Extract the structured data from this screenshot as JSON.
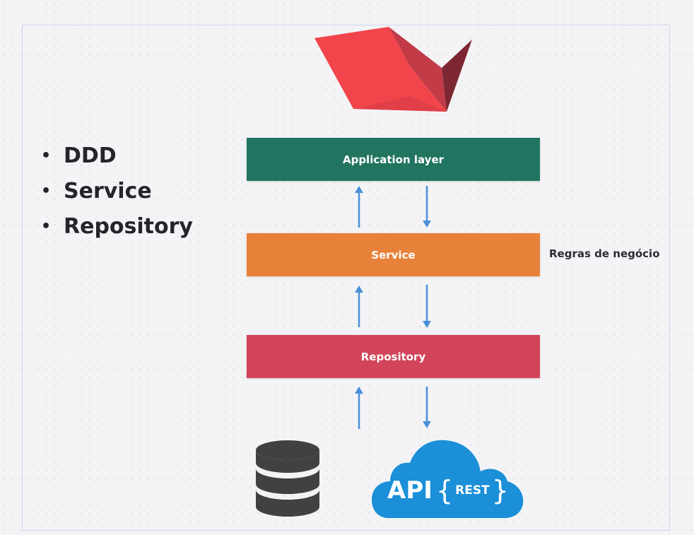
{
  "bullets": [
    "DDD",
    "Service",
    "Repository"
  ],
  "layers": {
    "application": {
      "label": "Application layer",
      "color": "#217460"
    },
    "service": {
      "label": "Service",
      "color": "#e8823a"
    },
    "repository": {
      "label": "Repository",
      "color": "#d2445a"
    }
  },
  "service_note": "Regras de negócio",
  "logo": {
    "icon": "streamlit-boat-icon",
    "colors": [
      "#f2454b",
      "#bf3a45",
      "#7b2733"
    ]
  },
  "database": {
    "icon": "database-icon",
    "color": "#414144"
  },
  "api": {
    "icon": "cloud-icon",
    "word": "API",
    "open_brace": "{",
    "rest": "REST",
    "close_brace": "}",
    "color": "#1b8fd8"
  },
  "arrow_color": "#4a90d9"
}
